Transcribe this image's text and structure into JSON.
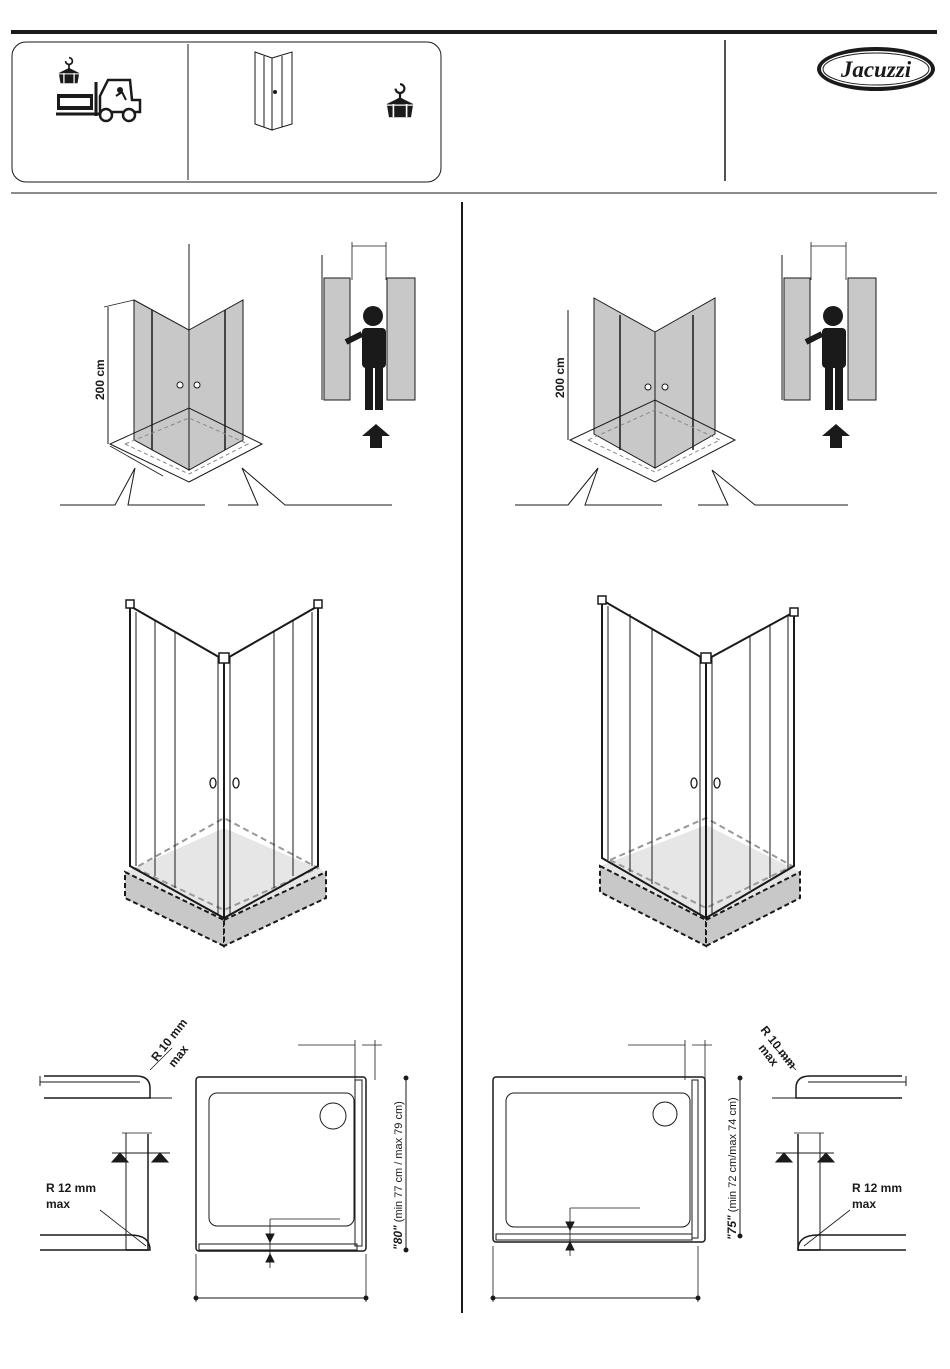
{
  "header": {
    "brand": "Jacuzzi"
  },
  "left": {
    "height_label": "200 cm",
    "radius_top_label": "R 10 mm",
    "radius_top_sub": "max",
    "radius_bottom_label": "R 12 mm",
    "radius_bottom_sub": "max",
    "size_label": "\"80\"",
    "size_range": " (min 77 cm / max 79 cm)"
  },
  "right": {
    "height_label": "200 cm",
    "radius_top_label": "R 10 mm",
    "radius_top_sub": "max",
    "radius_bottom_label": "R 12 mm",
    "radius_bottom_sub": "max",
    "size_label": "\"75\"",
    "size_range": " (min 72 cm/max 74 cm)"
  }
}
